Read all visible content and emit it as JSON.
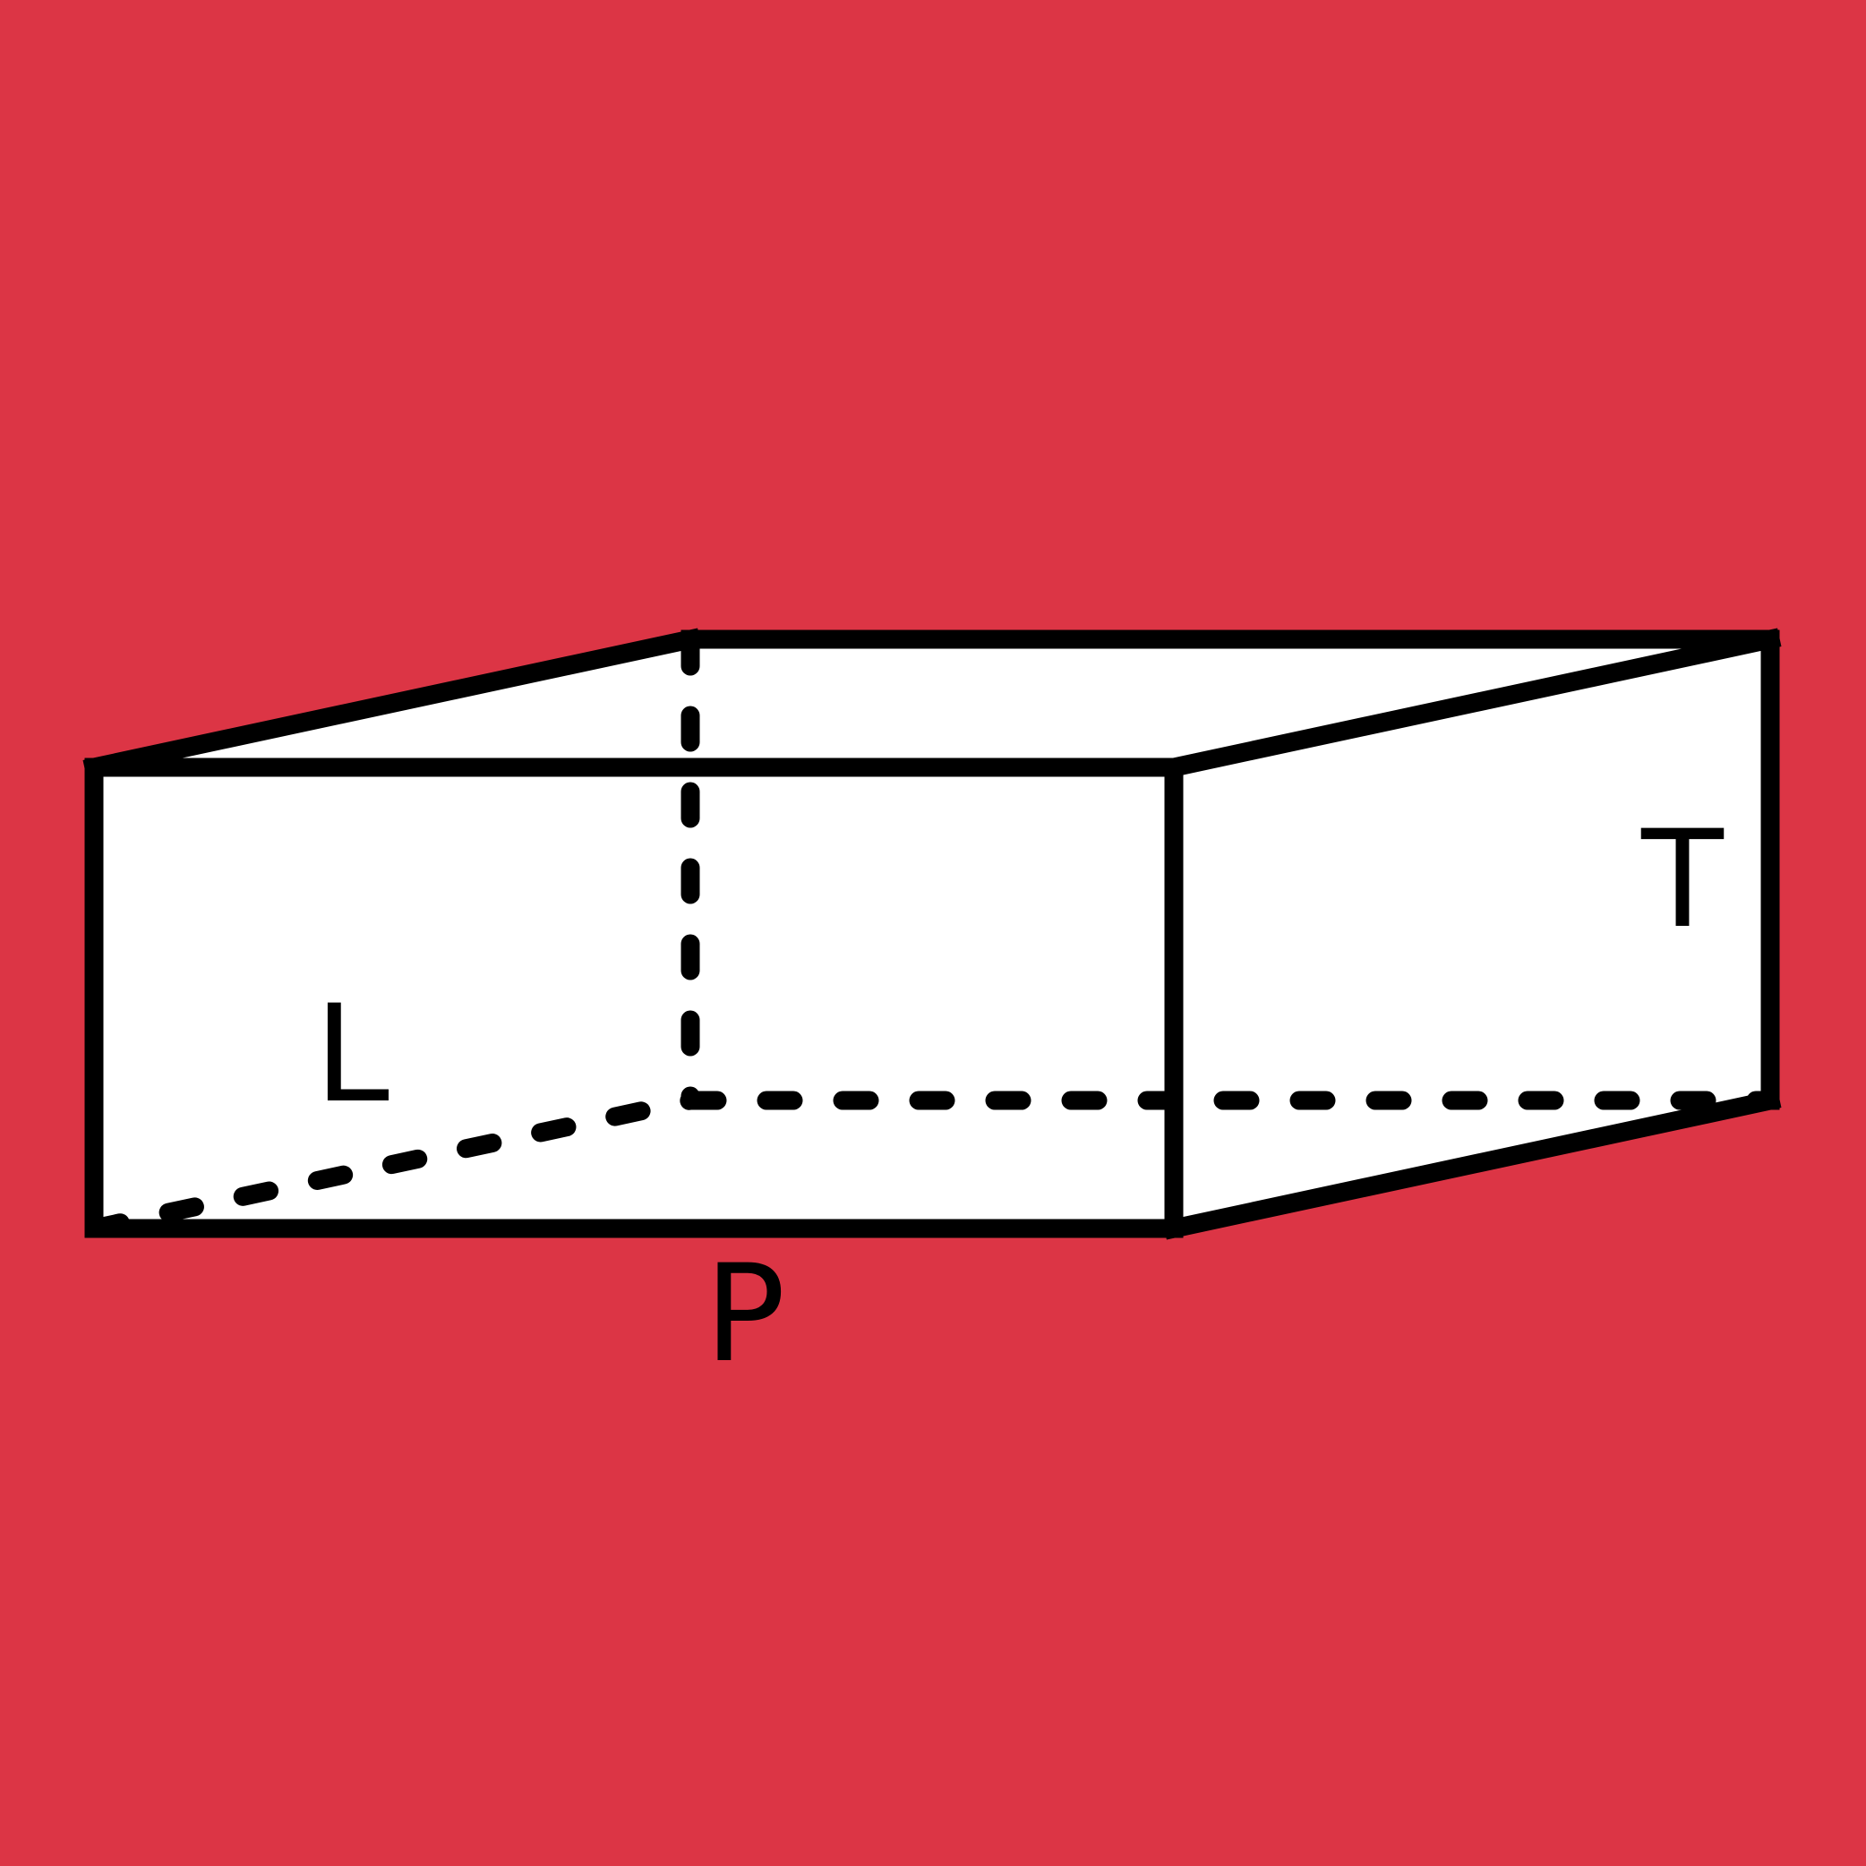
{
  "colors": {
    "background": "#dc3545",
    "face": "#ffffff",
    "stroke": "#000000"
  },
  "diagram": {
    "type": "rectangular-prism",
    "labels": {
      "length": "L",
      "width": "P",
      "height": "T"
    }
  }
}
